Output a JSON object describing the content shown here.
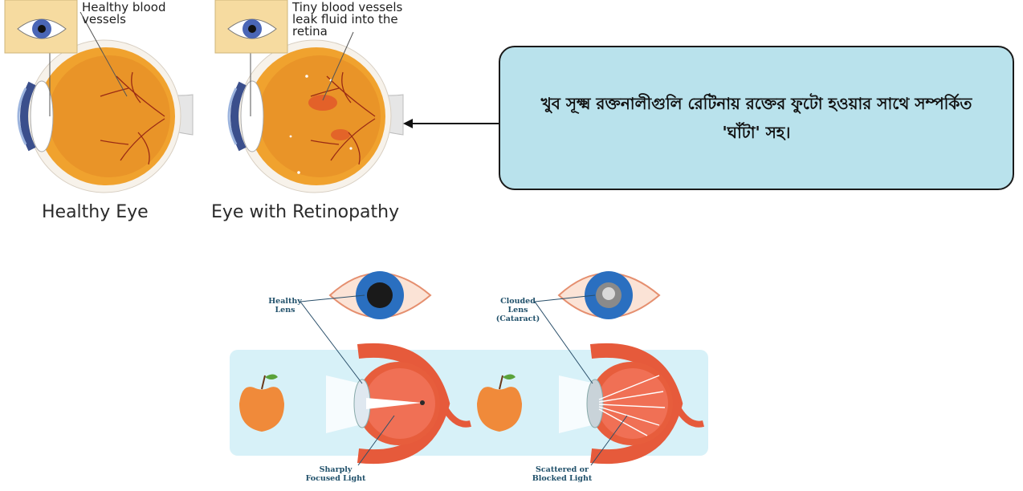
{
  "top_left": {
    "callout_label": "Healthy blood vessels",
    "caption": "Healthy Eye"
  },
  "top_right": {
    "callout_label": "Tiny blood vessels leak fluid into the retina",
    "caption": "Eye with Retinopathy"
  },
  "annotation": {
    "text": "খুব সূক্ষ্ম রক্তনালীগুলি রেটিনায় রক্তের ফুটো হওয়ার সাথে সম্পর্কিত 'ঘাঁটা' সহ।"
  },
  "bottom": {
    "healthy_lens_label": "Healthy Lens",
    "clouded_lens_label": "Clouded Lens (Cataract)",
    "sharp_light_label": "Sharply Focused Light",
    "scattered_light_label": "Scattered or Blocked Light"
  },
  "colors": {
    "callout_bg": "#b9e2ec",
    "panel_bg": "#d7f1f8",
    "eyeball": "#f0a22e",
    "iris": "#3b63b8"
  }
}
